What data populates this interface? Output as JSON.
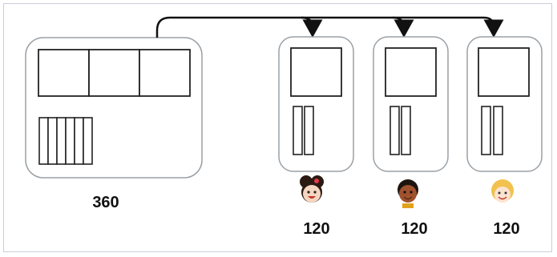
{
  "total": {
    "value": "360"
  },
  "shares": [
    {
      "value": "120",
      "face": "girl-face-icon"
    },
    {
      "value": "120",
      "face": "boy-face-icon"
    },
    {
      "value": "120",
      "face": "blonde-child-face-icon"
    }
  ],
  "colors": {
    "outline": "#222222",
    "card_border": "#9aa0a6",
    "frame": "#c9cfd6"
  }
}
